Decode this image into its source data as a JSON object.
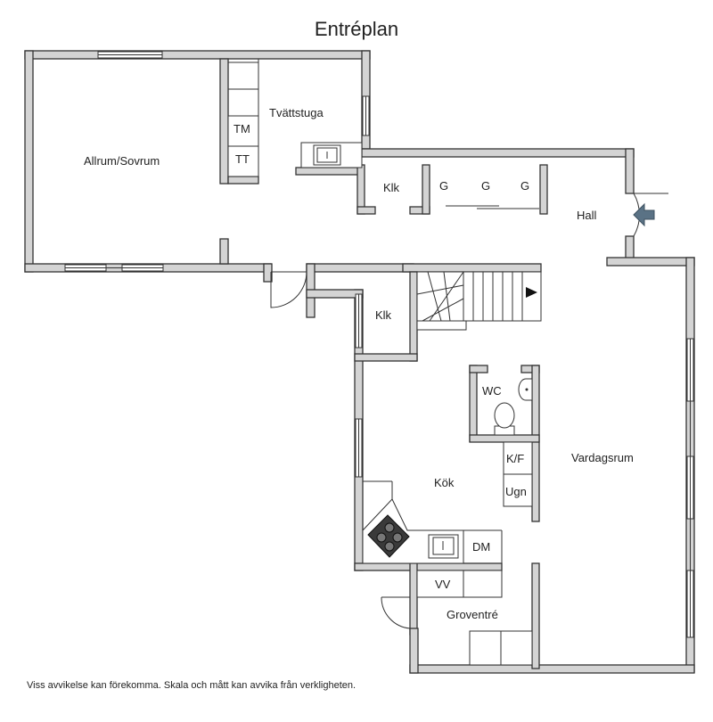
{
  "title": "Entréplan",
  "disclaimer": "Viss avvikelse kan förekomma. Skala och mått kan avvika från verkligheten.",
  "rooms": {
    "allrum": "Allrum/Sovrum",
    "tvattstuga": "Tvättstuga",
    "tm": "TM",
    "tt": "TT",
    "klk_top": "Klk",
    "g1": "G",
    "g2": "G",
    "g3": "G",
    "hall": "Hall",
    "klk_mid": "Klk",
    "wc": "WC",
    "kf": "K/F",
    "ugn": "Ugn",
    "vardagsrum": "Vardagsrum",
    "kok": "Kök",
    "dm": "DM",
    "vv": "VV",
    "groventre": "Groventré"
  },
  "icons": {
    "entrance": "entrance-arrow-icon",
    "stairs": "stairs-icon",
    "stove": "stove-icon",
    "sink": "sink-icon",
    "toilet": "toilet-icon"
  },
  "colors": {
    "wall_fill": "#d4d4d4",
    "wall_stroke": "#333333",
    "entrance_arrow": "#5a7285"
  }
}
